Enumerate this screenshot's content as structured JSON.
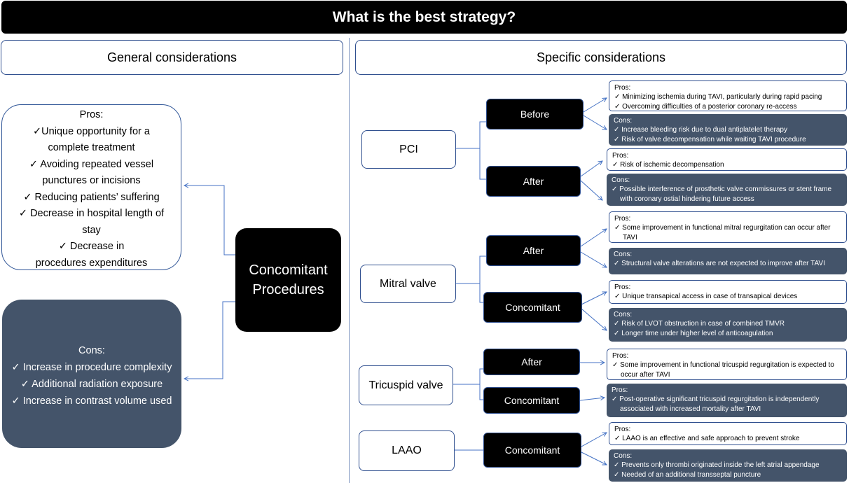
{
  "title": "What is the best strategy?",
  "left": {
    "header": "General considerations",
    "pros": {
      "label": "Pros:",
      "items": [
        "✓Unique opportunity for a complete treatment",
        "✓ Avoiding repeated vessel punctures or incisions",
        "✓ Reducing patients’ suffering",
        "✓ Decrease in hospital length of stay",
        "✓ Decrease in procedures expenditures"
      ]
    },
    "center": "Concomitant Procedures",
    "cons": {
      "label": "Cons:",
      "items": [
        "✓ Increase in procedure complexity",
        "✓ Additional radiation exposure",
        "✓ Increase in contrast volume used"
      ]
    }
  },
  "right": {
    "header": "Specific considerations",
    "pci": {
      "label": "PCI",
      "before": {
        "label": "Before",
        "pros": {
          "label": "Pros:",
          "items": [
            "✓  Minimizing ischemia during TAVI, particularly during rapid pacing",
            "✓  Overcoming difficulties of a posterior coronary re-access"
          ]
        },
        "cons": {
          "label": "Cons:",
          "items": [
            "✓  Increase bleeding risk due to dual antiplatelet therapy",
            "✓  Risk of valve decompensation while waiting TAVI procedure"
          ]
        }
      },
      "after": {
        "label": "After",
        "pros": {
          "label": "Pros:",
          "items": [
            "✓  Risk of ischemic decompensation"
          ]
        },
        "cons": {
          "label": "Cons:",
          "items": [
            "✓  Possible interference of prosthetic valve commissures or stent frame with coronary ostial hindering future access"
          ]
        }
      }
    },
    "mitral": {
      "label": "Mitral valve",
      "after": {
        "label": "After",
        "pros": {
          "label": "Pros:",
          "items": [
            "✓  Some improvement in functional mitral regurgitation can occur after TAVI"
          ]
        },
        "cons": {
          "label": "Cons:",
          "items": [
            "✓  Structural valve alterations are not expected to improve after TAVI"
          ]
        }
      },
      "concomitant": {
        "label": "Concomitant",
        "pros": {
          "label": "Pros:",
          "items": [
            "✓  Unique transapical access in case of transapical devices"
          ]
        },
        "cons": {
          "label": "Cons:",
          "items": [
            "✓  Risk of LVOT obstruction in case of combined TMVR",
            "✓  Longer time under higher level of anticoagulation"
          ]
        }
      }
    },
    "tricuspid": {
      "label": "Tricuspid valve",
      "after": {
        "label": "After",
        "pros": {
          "label": "Pros:",
          "items": [
            "✓  Some improvement in functional tricuspid regurgitation is expected to occur after TAVI"
          ]
        }
      },
      "concomitant": {
        "label": "Concomitant",
        "pros": {
          "label": "Pros:",
          "items": [
            "✓  Post-operative significant tricuspid regurgitation is independently associated with increased mortality after TAVI"
          ]
        }
      }
    },
    "laao": {
      "label": "LAAO",
      "concomitant": {
        "label": "Concomitant",
        "pros": {
          "label": "Pros:",
          "items": [
            "✓  LAAO is an effective and safe approach to prevent stroke"
          ]
        },
        "cons": {
          "label": "Cons:",
          "items": [
            "✓  Prevents only thrombi originated inside the left atrial appendage",
            "✓  Needed of an additional transseptal puncture"
          ]
        }
      }
    }
  },
  "colors": {
    "dark_box": "#44546a",
    "border": "#2f4f8f",
    "connector": "#4472c4",
    "title_bg": "#000000"
  }
}
